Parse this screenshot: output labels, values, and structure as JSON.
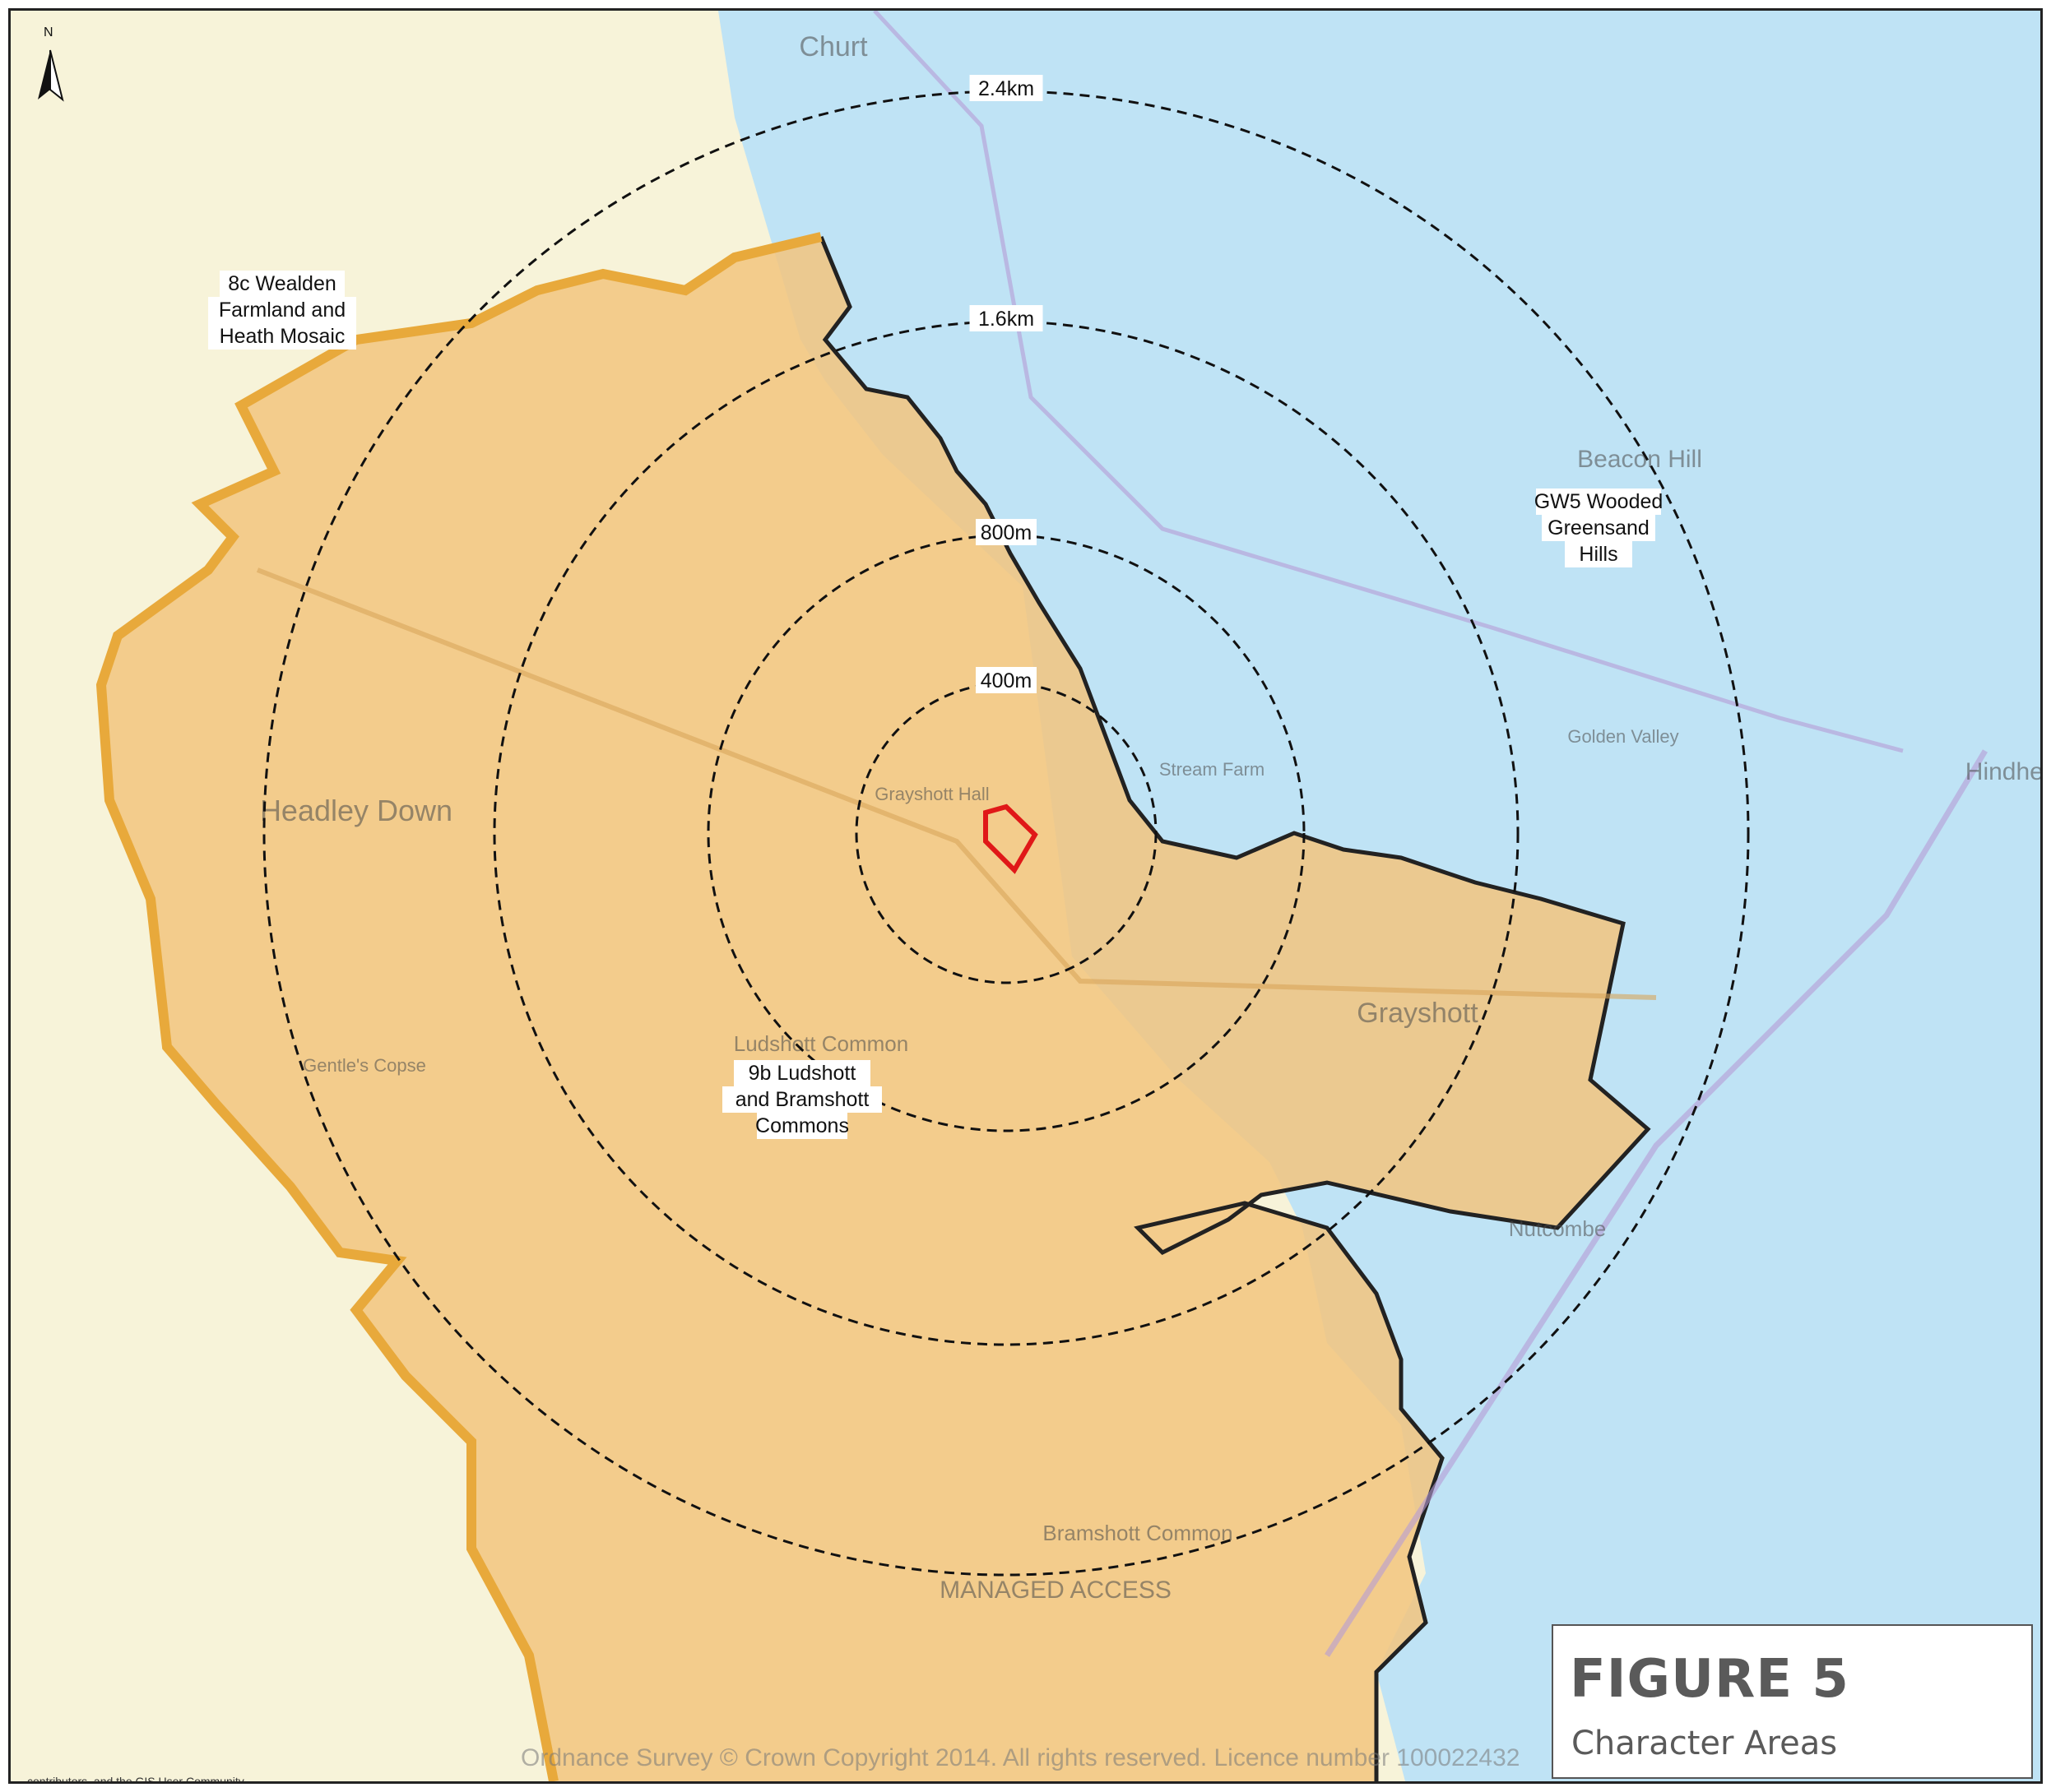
{
  "figure": {
    "title": "FIGURE 5",
    "subtitle": "Character Areas"
  },
  "north_arrow": {
    "letter": "N",
    "icon": "north-arrow-icon"
  },
  "rings": [
    {
      "label": "400m"
    },
    {
      "label": "800m"
    },
    {
      "label": "1.6km"
    },
    {
      "label": "2.4km"
    }
  ],
  "character_areas": [
    {
      "name_lines": [
        "8c Wealden",
        "Farmland and",
        "Heath Mosaic"
      ],
      "color": "#f7f3d9"
    },
    {
      "name_lines": [
        "9b Ludshott",
        "and Bramshott",
        "Commons"
      ],
      "color": "#f2c47e"
    },
    {
      "name_lines": [
        "GW5 Wooded",
        "Greensand",
        "Hills"
      ],
      "color": "#bfe3f5"
    }
  ],
  "colors": {
    "site_boundary": "#e01818",
    "orange_boundary": "#e8a93b",
    "dark_boundary": "#222222"
  },
  "places": [
    "Churt",
    "Headley Down",
    "Grayshott",
    "Beacon Hill",
    "Hindhead",
    "Ludshott Common",
    "Bramshott Common",
    "Grayshott Hall",
    "Nutcombe",
    "Gentle's Copse",
    "Stream Farm",
    "Golden Valley"
  ],
  "managed_access": "MANAGED ACCESS",
  "copyright": "Ordnance Survey © Crown Copyright 2014. All rights reserved. Licence number 100022432",
  "credits": "contributors, and the GIS User Community"
}
